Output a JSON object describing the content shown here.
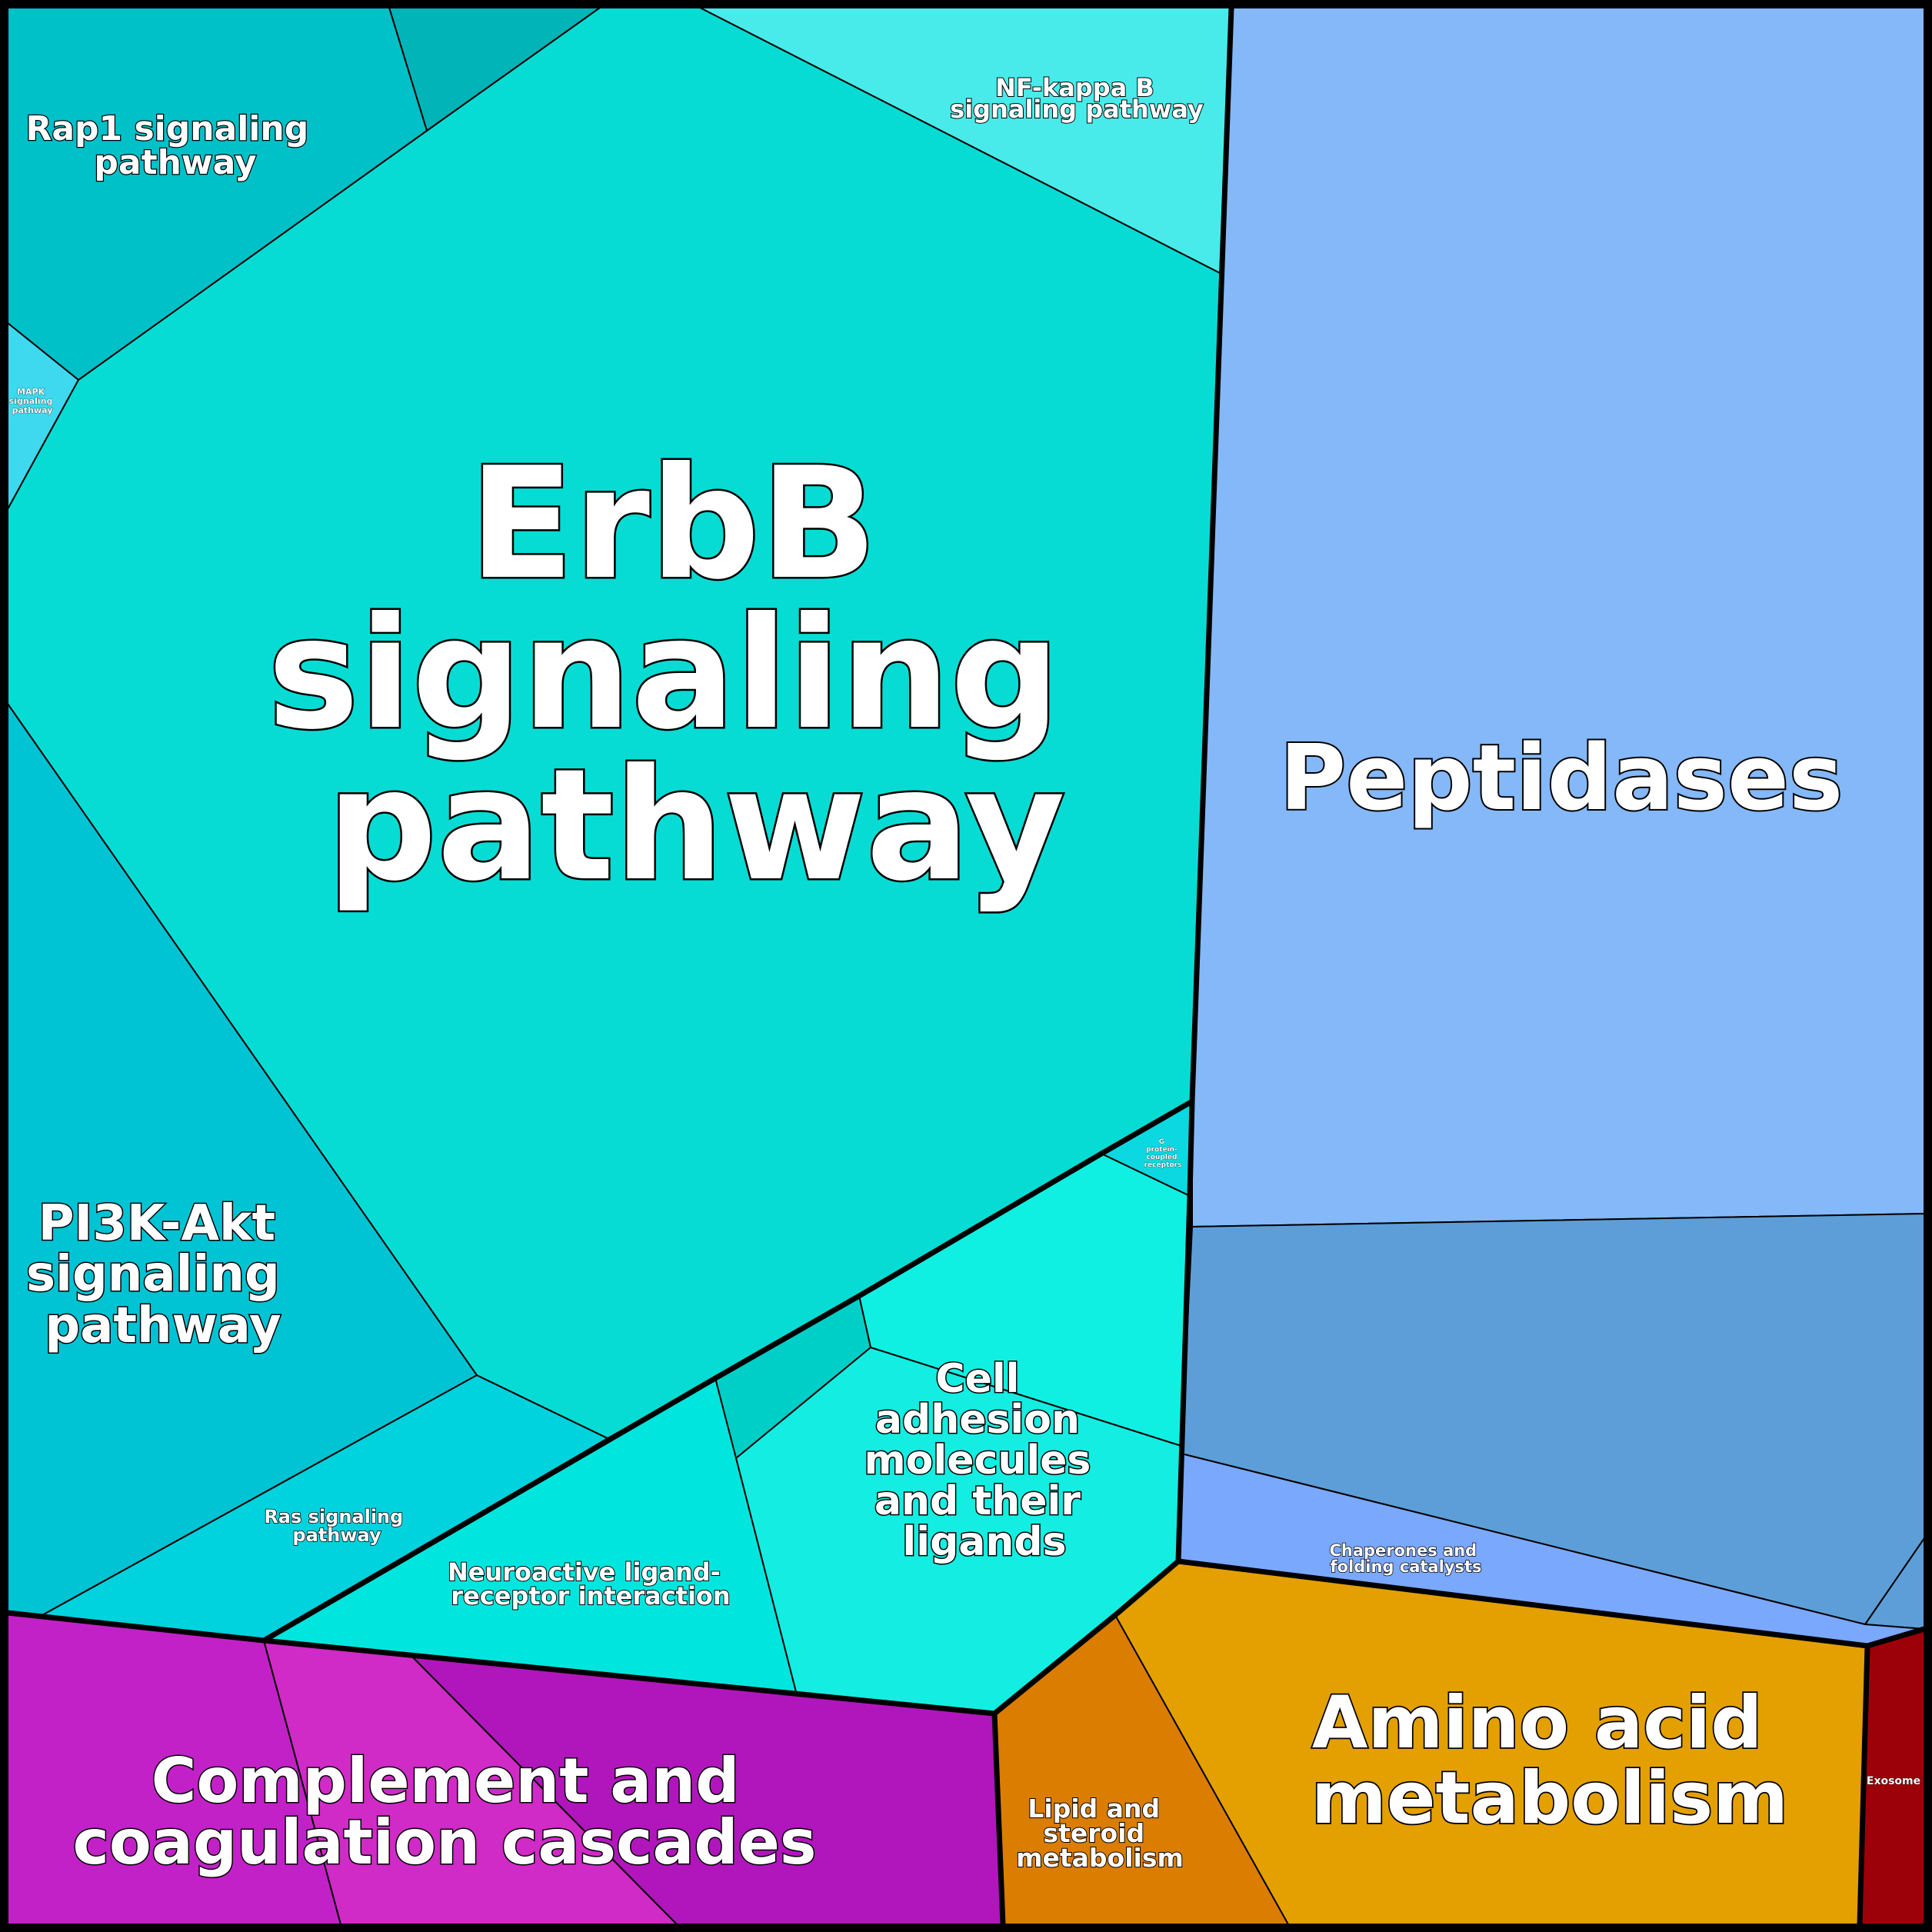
{
  "labels": {
    "erbb": [
      "ErbB",
      "signaling",
      "pathway"
    ],
    "peptidases": [
      "Peptidases"
    ],
    "rap1": [
      "Rap1 signaling",
      "pathway"
    ],
    "nfkb": [
      "NF-kappa B",
      "signaling pathway"
    ],
    "mapk": [
      "MAPK",
      "signaling",
      "pathway"
    ],
    "pi3k": [
      "PI3K-Akt",
      "signaling",
      "pathway"
    ],
    "ras": [
      "Ras signaling",
      "pathway"
    ],
    "neuro": [
      "Neuroactive ligand-",
      "receptor interaction"
    ],
    "cam": [
      "Cell",
      "adhesion",
      "molecules",
      "and their",
      "ligands"
    ],
    "gpcr": [
      "G",
      "protein-",
      "coupled",
      "receptors"
    ],
    "chaperones": [
      "Chaperones and",
      "folding catalysts"
    ],
    "complement": [
      "Complement and",
      "coagulation cascades"
    ],
    "lipid": [
      "Lipid and",
      "steroid",
      "metabolism"
    ],
    "amino": [
      "Amino acid",
      "metabolism"
    ],
    "exosome": [
      "Exosome"
    ]
  },
  "colors": {
    "border": "#000000",
    "label_text": "#ffffff",
    "erbb": "#07dcd4",
    "rap1": "#00c0c8",
    "rap1_top": "#00b4b8",
    "nfkb": "#48ebe9",
    "mapk": "#3ed9ee",
    "pi3k": "#00c3d3",
    "ras": "#00d2de",
    "neuro": "#00e6de",
    "cam": "#14ede1",
    "cam_upper": "#10f0e2",
    "cam_small": "#00cfc8",
    "gpcr": "#0bd8e0",
    "peptidases": "#84b8f8",
    "peptidases_lower": "#5d9ed8",
    "chaperones": "#7aa8fc",
    "complement_a": "#c321c8",
    "complement_b": "#d02ac7",
    "complement_c": "#b016bb",
    "lipid": "#db7d00",
    "amino": "#e3a000",
    "exosome": "#9c0008"
  }
}
